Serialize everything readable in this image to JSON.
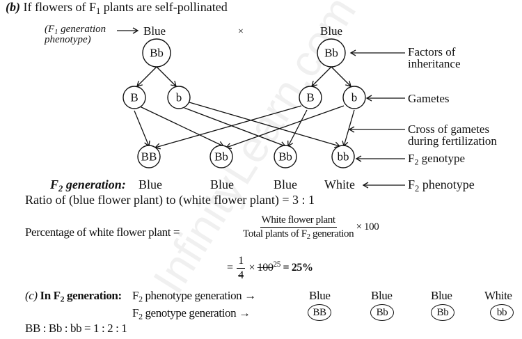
{
  "part_b": {
    "label": "(b)",
    "heading_pre": "If flowers of F",
    "heading_sub": "1",
    "heading_post": " plants are self-pollinated"
  },
  "f1_note": {
    "line1_pre": "(F",
    "line1_sub": "1",
    "line1_post": " generation",
    "line2": "phenotype)"
  },
  "parents": {
    "left": {
      "phenotype": "Blue",
      "genotype": "Bb"
    },
    "right": {
      "phenotype": "Blue",
      "genotype": "Bb"
    },
    "cross_symbol": "×"
  },
  "gametes": [
    "B",
    "b",
    "B",
    "b"
  ],
  "f2_genotypes": [
    "BB",
    "Bb",
    "Bb",
    "bb"
  ],
  "f2_phenotypes": {
    "label_pre": "F",
    "label_sub": "2",
    "label_post": " generation:",
    "values": [
      "Blue",
      "Blue",
      "Blue",
      "White"
    ]
  },
  "annotations": {
    "factors_line1": "Factors of",
    "factors_line2": "inheritance",
    "gametes": "Gametes",
    "cross_line1": "Cross of gametes",
    "cross_line2": "during fertilization",
    "f2_genotype_pre": "F",
    "f2_genotype_sub": "2",
    "f2_genotype_post": " genotype",
    "f2_phenotype_pre": "F",
    "f2_phenotype_sub": "2",
    "f2_phenotype_post": " phenotype"
  },
  "ratio_line": "Ratio of (blue flower plant) to (white flower plant) = 3 : 1",
  "percentage": {
    "label": "Percentage of white flower plant =",
    "numerator": "White flower plant",
    "denominator_pre": "Total plants of F",
    "denominator_sub": "2",
    "denominator_post": " generation",
    "times": "× 100",
    "step2_eq": "=",
    "step2_num": "1",
    "step2_den": "4",
    "step2_times": "×",
    "step2_hundred": "100",
    "step2_reduced": "25",
    "step2_result": "= 25%"
  },
  "part_c": {
    "label": "(c)",
    "heading_pre": "In F",
    "heading_sub": "2",
    "heading_post": " generation:",
    "phenotype_row_pre": "F",
    "phenotype_row_sub": "2",
    "phenotype_row_post": " phenotype generation →",
    "genotype_row_pre": "F",
    "genotype_row_sub": "2",
    "genotype_row_post": " genotype generation →",
    "phenotypes": [
      "Blue",
      "Blue",
      "Blue",
      "White"
    ],
    "genotypes": [
      "BB",
      "Bb",
      "Bb",
      "bb"
    ],
    "ratio": "BB : Bb : bb = 1 : 2 : 1"
  },
  "watermark": "InfinityLearn.com"
}
